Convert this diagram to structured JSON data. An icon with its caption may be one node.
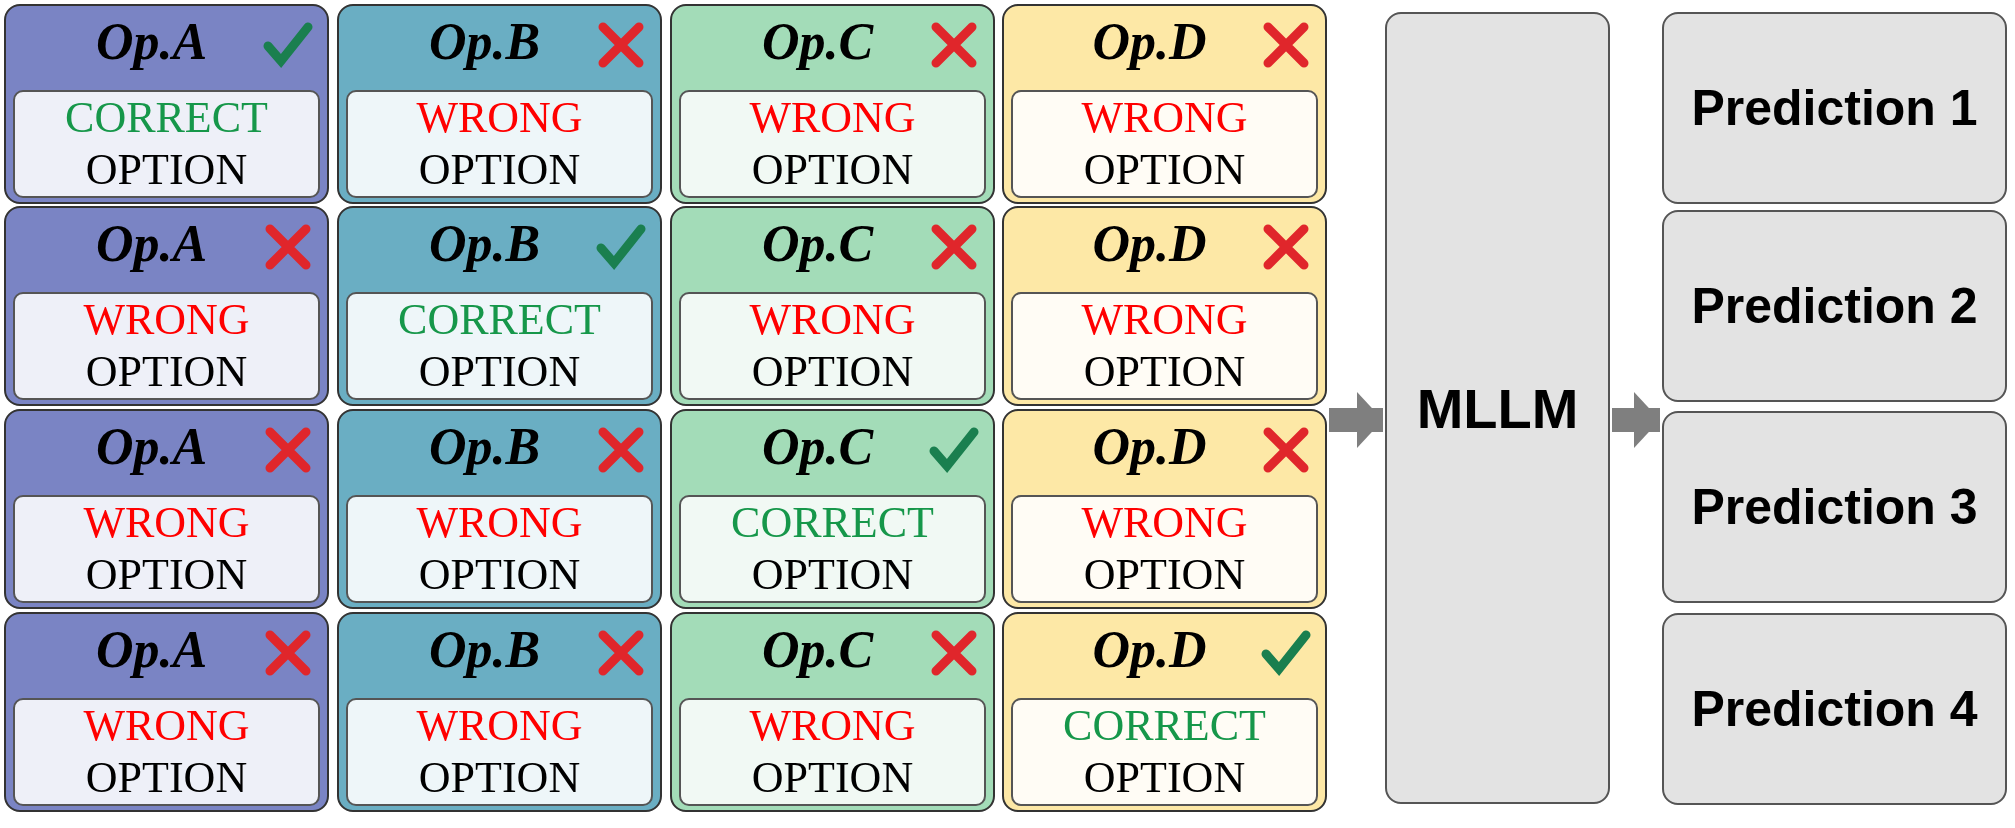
{
  "diagram": {
    "nodes": [
      {
        "text": [
          "Op.A"
        ]
      },
      {
        "text": [],
        "shape": "check",
        "in": 0
      },
      {
        "text": [
          "CORRECT",
          "OPTION"
        ],
        "in": 0
      },
      {
        "text": [
          "Op.B"
        ]
      },
      {
        "text": [],
        "shape": "cross",
        "in": 3
      },
      {
        "text": [
          "WRONG",
          "OPTION"
        ],
        "in": 3
      },
      {
        "text": [
          "Op.C"
        ]
      },
      {
        "text": [],
        "shape": "cross",
        "in": 6
      },
      {
        "text": [
          "WRONG",
          "OPTION"
        ],
        "in": 6
      },
      {
        "text": [
          "Op.D"
        ]
      },
      {
        "text": [],
        "shape": "cross",
        "in": 9
      },
      {
        "text": [
          "WRONG",
          "OPTION"
        ],
        "in": 9
      },
      {
        "text": [
          "Op.A"
        ]
      },
      {
        "text": [],
        "shape": "cross",
        "in": 12
      },
      {
        "text": [
          "WRONG",
          "OPTION"
        ],
        "in": 12
      },
      {
        "text": [
          "Op.B"
        ]
      },
      {
        "text": [],
        "shape": "check",
        "in": 15
      },
      {
        "text": [
          "CORRECT",
          "OPTION"
        ],
        "in": 15
      },
      {
        "text": [
          "Op.C"
        ]
      },
      {
        "text": [],
        "shape": "cross",
        "in": 18
      },
      {
        "text": [
          "WRONG",
          "OPTION"
        ],
        "in": 18
      },
      {
        "text": [
          "Op.D"
        ]
      },
      {
        "text": [],
        "shape": "cross",
        "in": 21
      },
      {
        "text": [
          "WRONG",
          "OPTION"
        ],
        "in": 21
      },
      {
        "text": [
          "Op.A"
        ]
      },
      {
        "text": [],
        "shape": "cross",
        "in": 24
      },
      {
        "text": [
          "WRONG",
          "OPTION"
        ],
        "in": 24
      },
      {
        "text": [
          "Op.B"
        ]
      },
      {
        "text": [],
        "shape": "cross",
        "in": 27
      },
      {
        "text": [
          "WRONG",
          "OPTION"
        ],
        "in": 27
      },
      {
        "text": [
          "Op.C"
        ]
      },
      {
        "text": [],
        "shape": "check",
        "in": 30
      },
      {
        "text": [
          "CORRECT",
          "OPTION"
        ],
        "in": 30
      },
      {
        "text": [
          "Op.D"
        ]
      },
      {
        "text": [],
        "shape": "cross",
        "in": 33
      },
      {
        "text": [
          "WRONG",
          "OPTION"
        ],
        "in": 33
      },
      {
        "text": [
          "Op.A"
        ]
      },
      {
        "text": [],
        "shape": "cross",
        "in": 36
      },
      {
        "text": [
          "WRONG",
          "OPTION"
        ],
        "in": 36
      },
      {
        "text": [
          "Op.B"
        ]
      },
      {
        "text": [],
        "shape": "cross",
        "in": 39
      },
      {
        "text": [
          "WRONG",
          "OPTION"
        ],
        "in": 39
      },
      {
        "text": [
          "Op.C"
        ]
      },
      {
        "text": [],
        "shape": "cross",
        "in": 42
      },
      {
        "text": [
          "WRONG",
          "OPTION"
        ],
        "in": 42
      },
      {
        "text": [
          "Op.D"
        ]
      },
      {
        "text": [],
        "shape": "check",
        "in": 45
      },
      {
        "text": [
          "CORRECT",
          "OPTION"
        ],
        "in": 45
      },
      {
        "text": [
          "MLLM"
        ]
      },
      {
        "text": [
          "Prediction 1"
        ]
      },
      {
        "text": [
          "Prediction 2"
        ]
      },
      {
        "text": [
          "Prediction 3"
        ]
      },
      {
        "text": [
          "Prediction 4"
        ]
      }
    ],
    "edges": [
      {
        "from": 33,
        "to": 48,
        "arrow": "to"
      },
      {
        "from": 48,
        "to": 51,
        "arrow": "to"
      }
    ]
  }
}
